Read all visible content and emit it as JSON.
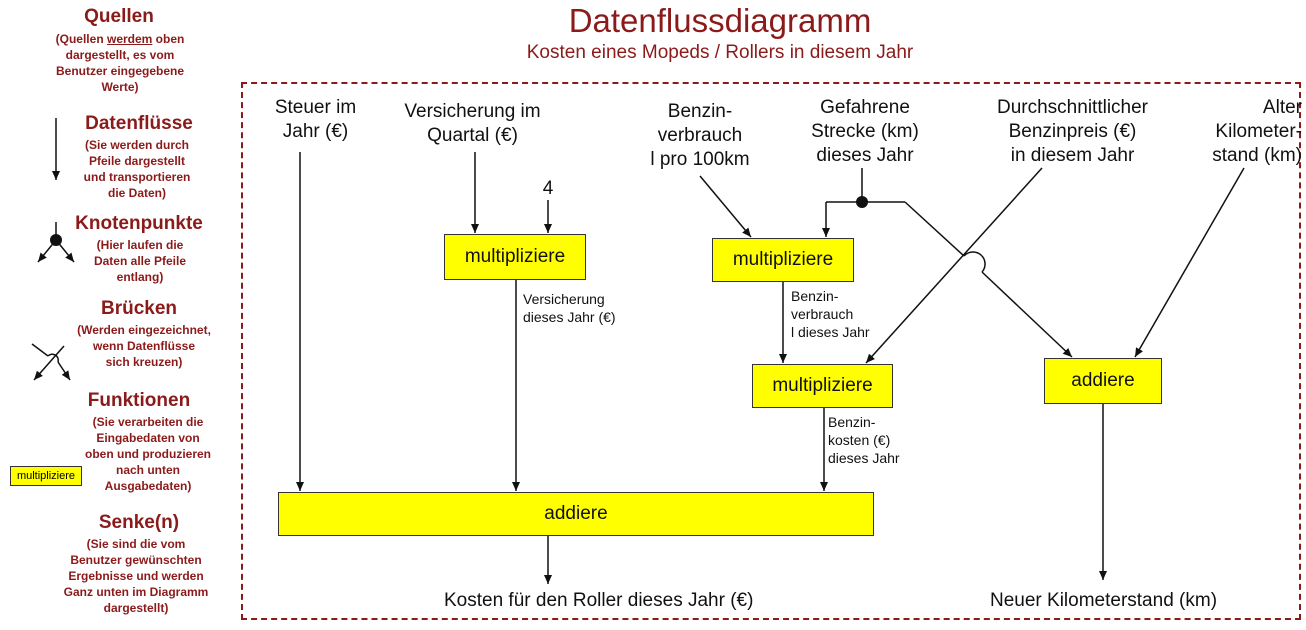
{
  "title": "Datenflussdiagramm",
  "subtitle": "Kosten eines Mopeds / Rollers in diesem Jahr",
  "legend": {
    "quellen": {
      "title": "Quellen",
      "desc_pre": "(Quellen ",
      "desc_underlined": "werdem",
      "desc_post": " oben\ndargestellt, es vom\nBenutzer eingegebene\nWerte)"
    },
    "datenfluesse": {
      "title": "Datenflüsse",
      "desc": "(Sie werden durch\nPfeile dargestellt\nund transportieren\ndie Daten)"
    },
    "knotenpunkte": {
      "title": "Knotenpunkte",
      "desc": "(Hier laufen die\nDaten alle Pfeile\nentlang)"
    },
    "bruecken": {
      "title": "Brücken",
      "desc": "(Werden eingezeichnet,\nwenn Datenflüsse\nsich kreuzen)"
    },
    "funktionen": {
      "title": "Funktionen",
      "desc": "(Sie verarbeiten die\nEingabedaten von\noben und produzieren\nnach unten\nAusgabedaten)",
      "example_label": "multipliziere"
    },
    "senken": {
      "title": "Senke(n)",
      "desc": "(Sie sind die vom\nBenutzer gewünschten\nErgebnisse und werden\nGanz unten im Diagramm\ndargestellt)"
    }
  },
  "sources": {
    "steuer": "Steuer im\nJahr (€)",
    "versicherung": "Versicherung im\nQuartal (€)",
    "verbrauch": "Benzin-\nverbrauch\nl pro 100km",
    "strecke": "Gefahrene\nStrecke (km)\ndieses Jahr",
    "benzinpreis": "Durchschnittlicher\nBenzinpreis (€)\nin diesem Jahr",
    "km_alt": "Alter\nKilometer-\nstand (km)",
    "constant_four": "4"
  },
  "functions": {
    "mult_versicherung": "multipliziere",
    "mult_verbrauch": "multipliziere",
    "mult_kosten": "multipliziere",
    "add_km": "addiere",
    "add_total": "addiere"
  },
  "flows": {
    "versicherung_jahr": "Versicherung\ndieses Jahr (€)",
    "verbrauch_jahr": "Benzin-\nverbrauch\nl dieses Jahr",
    "benzinkosten": "Benzin-\nkosten (€)\ndieses Jahr"
  },
  "sinks": {
    "kosten": "Kosten für den Roller dieses Jahr (€)",
    "km_neu": "Neuer Kilometerstand (km)"
  }
}
